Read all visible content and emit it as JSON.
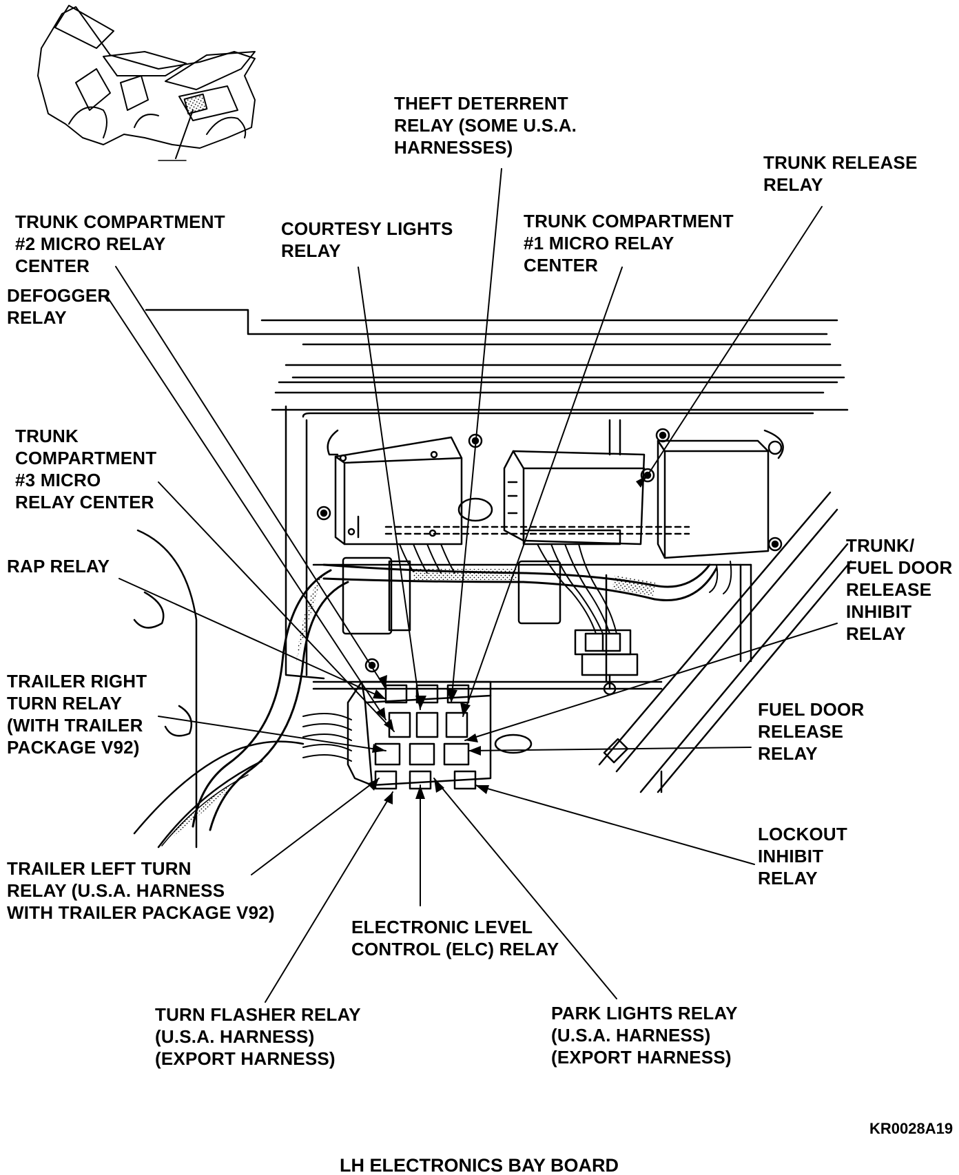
{
  "figure": {
    "caption": "LH ELECTRONICS BAY BOARD",
    "code": "KR0028A19"
  },
  "callouts": {
    "theft_deterrent_relay": [
      "THEFT DETERRENT",
      "RELAY (SOME U.S.A.",
      "HARNESSES)"
    ],
    "trunk_release_relay": [
      "TRUNK RELEASE",
      "RELAY"
    ],
    "trunk_compartment_2_micro_relay_center": [
      "TRUNK COMPARTMENT",
      "#2 MICRO RELAY",
      "CENTER"
    ],
    "courtesy_lights_relay": [
      "COURTESY LIGHTS",
      "RELAY"
    ],
    "trunk_compartment_1_micro_relay_center": [
      "TRUNK COMPARTMENT",
      "#1 MICRO RELAY",
      "CENTER"
    ],
    "defogger_relay": [
      "DEFOGGER",
      "RELAY"
    ],
    "trunk_compartment_3_micro_relay_center": [
      "TRUNK",
      "COMPARTMENT",
      "#3 MICRO",
      "RELAY CENTER"
    ],
    "rap_relay": [
      "RAP RELAY"
    ],
    "trunk_fuel_door_release_inhibit_relay": [
      "TRUNK/",
      "FUEL DOOR",
      "RELEASE",
      "INHIBIT",
      "RELAY"
    ],
    "trailer_right_turn_relay": [
      "TRAILER RIGHT",
      "TURN RELAY",
      "(WITH TRAILER",
      "PACKAGE V92)"
    ],
    "fuel_door_release_relay": [
      "FUEL DOOR",
      "RELEASE",
      "RELAY"
    ],
    "lockout_inhibit_relay": [
      "LOCKOUT",
      "INHIBIT",
      "RELAY"
    ],
    "trailer_left_turn_relay": [
      "TRAILER LEFT TURN",
      "RELAY (U.S.A. HARNESS",
      "WITH TRAILER PACKAGE V92)"
    ],
    "elc_relay": [
      "ELECTRONIC LEVEL",
      "CONTROL (ELC) RELAY"
    ],
    "turn_flasher_relay": [
      "TURN FLASHER RELAY",
      "(U.S.A. HARNESS)",
      "(EXPORT HARNESS)"
    ],
    "park_lights_relay": [
      "PARK LIGHTS RELAY",
      "(U.S.A. HARNESS)",
      "(EXPORT  HARNESS)"
    ]
  }
}
